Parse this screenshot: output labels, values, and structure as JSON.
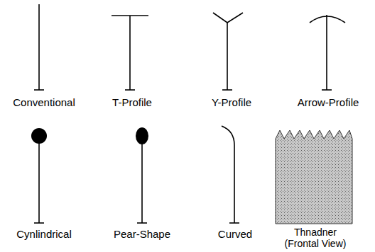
{
  "diagram": {
    "labels": [
      "Conventional",
      "T-Profile",
      "Y-Profile",
      "Arrow-Profile",
      "Cynlindrical",
      "Pear-Shape",
      "Curved",
      "Thnadner (Frontal View)"
    ]
  }
}
